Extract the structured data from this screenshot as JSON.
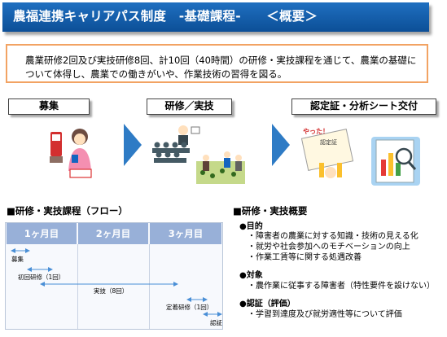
{
  "header": {
    "title": "農福連携キャリアパス制度　-基礎課程-　　＜概要＞"
  },
  "summary": {
    "text": "農業研修2回及び実技研修8回、計10回（40時間）の研修・実技課程を通じて、農業の基礎について体得し、農業での働きがいや、作業技術の習得を図る。"
  },
  "steps": [
    {
      "label": "募集"
    },
    {
      "label": "研修／実技"
    },
    {
      "label": "認定証・分析シート交付"
    }
  ],
  "illustration": {
    "certificate_text": "やった！",
    "certificate_label": "認定証"
  },
  "flow": {
    "heading": "■研修・実技課程（フロー）",
    "months": [
      "1ヶ月目",
      "2ヶ月目",
      "3ヶ月目"
    ],
    "items": [
      {
        "label": "募集"
      },
      {
        "label": "初回研修（1回）"
      },
      {
        "label": "実技（8回）"
      },
      {
        "label": "定着研修（1回）"
      },
      {
        "label": "認証"
      }
    ]
  },
  "overview": {
    "heading": "■研修・実技概要",
    "purpose_title": "●目的",
    "purpose_items": [
      "・障害者の農業に対する知識・技術の見える化",
      "・就労や社会参加へのモチベーションの向上",
      "・作業工賃等に関する処遇改善"
    ],
    "target_title": "●対象",
    "target_items": [
      "・農作業に従事する障害者（特性要件を設けない）"
    ],
    "cert_title": "●認証（評価）",
    "cert_items": [
      "・学習到達度及び就労適性等について評価"
    ]
  },
  "colors": {
    "title_bg": "#0c4f97",
    "summary_border": "#f2a363",
    "month_header": "#98b0d8",
    "arrow": "#2e7bc5",
    "flow_arrow": "#4a8fd6"
  }
}
